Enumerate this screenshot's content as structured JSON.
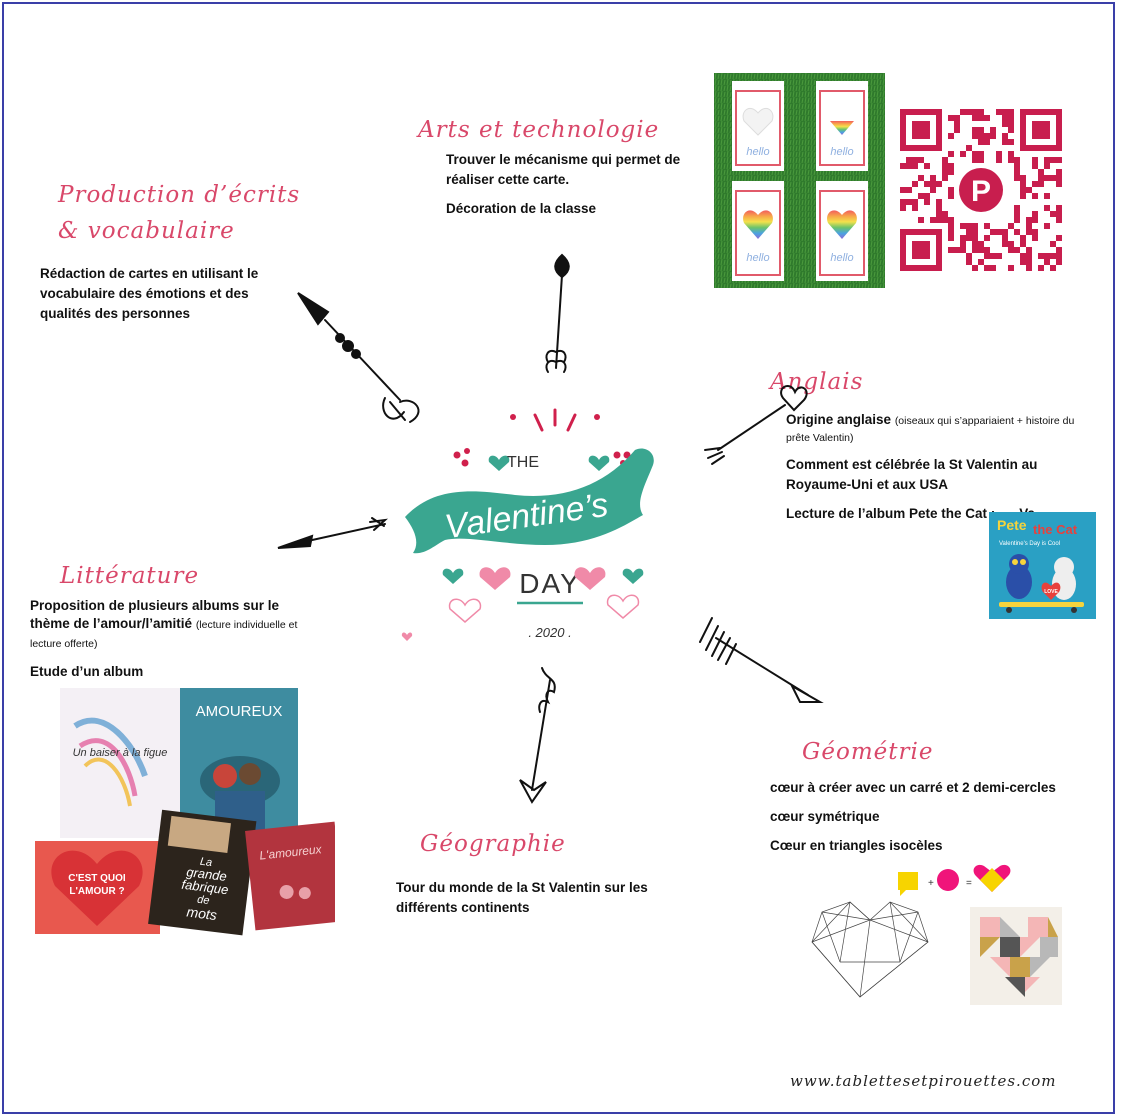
{
  "sections": {
    "arts": {
      "title": "Arts et technologie",
      "line1": "Trouver le mécanisme qui permet de réaliser cette carte.",
      "line2": "Décoration de la classe"
    },
    "production": {
      "title_line1": "Production d’écrits",
      "title_line2": "& vocabulaire",
      "text": "Rédaction de cartes en utilisant le vocabulaire des émotions et des qualités des personnes"
    },
    "anglais": {
      "title": "Anglais",
      "line1_bold": "Origine anglaise",
      "line1_small": "(oiseaux qui s’appariaient + histoire du prête Valentin)",
      "line2": "Comment est célébrée la St Valentin au Royaume-Uni et aux USA",
      "line3": "Lecture de l’album Pete the Cat :",
      "line3_tail": "Va-"
    },
    "litterature": {
      "title": "Littérature",
      "line1_bold": "Proposition de plusieurs albums sur le thème de l’amour/l’amitié",
      "line1_small": "(lecture individuelle et lecture offerte)",
      "line2": "Etude d’un album"
    },
    "geometrie": {
      "title": "Géométrie",
      "line1": "cœur à créer avec un carré et 2 demi-cercles",
      "line2": "cœur symétrique",
      "line3": "Cœur en triangles isocèles"
    },
    "geographie": {
      "title": "Géographie",
      "text": "Tour du monde de la St Valentin sur les différents continents"
    }
  },
  "logo": {
    "the": "THE",
    "banner": "Valentine’s",
    "day": "DAY",
    "year": ". 2020 ."
  },
  "cards": [
    "hello",
    "hello",
    "hello",
    "hello"
  ],
  "books": {
    "b1": "Un baiser à la figue",
    "b2": "AMOUREUX",
    "b3_line1": "C'EST QUOI",
    "b3_line2": "L'AMOUR ?",
    "b4_line1": "La",
    "b4_line2": "grande",
    "b4_line3": "fabrique",
    "b4_line4": "de",
    "b4_line5": "mots",
    "b5": "L'amoureux"
  },
  "pete": {
    "title1": "Pete",
    "title2": "the Cat",
    "subtitle": "Valentine's Day is Cool",
    "badge": "LOVE"
  },
  "footer": "www.tablettesetpirouettes.com",
  "colors": {
    "heading": "#d9486a",
    "teal": "#3aa690",
    "pink": "#f08aa8",
    "red": "#d0204c",
    "border": "#3a3fa8"
  }
}
